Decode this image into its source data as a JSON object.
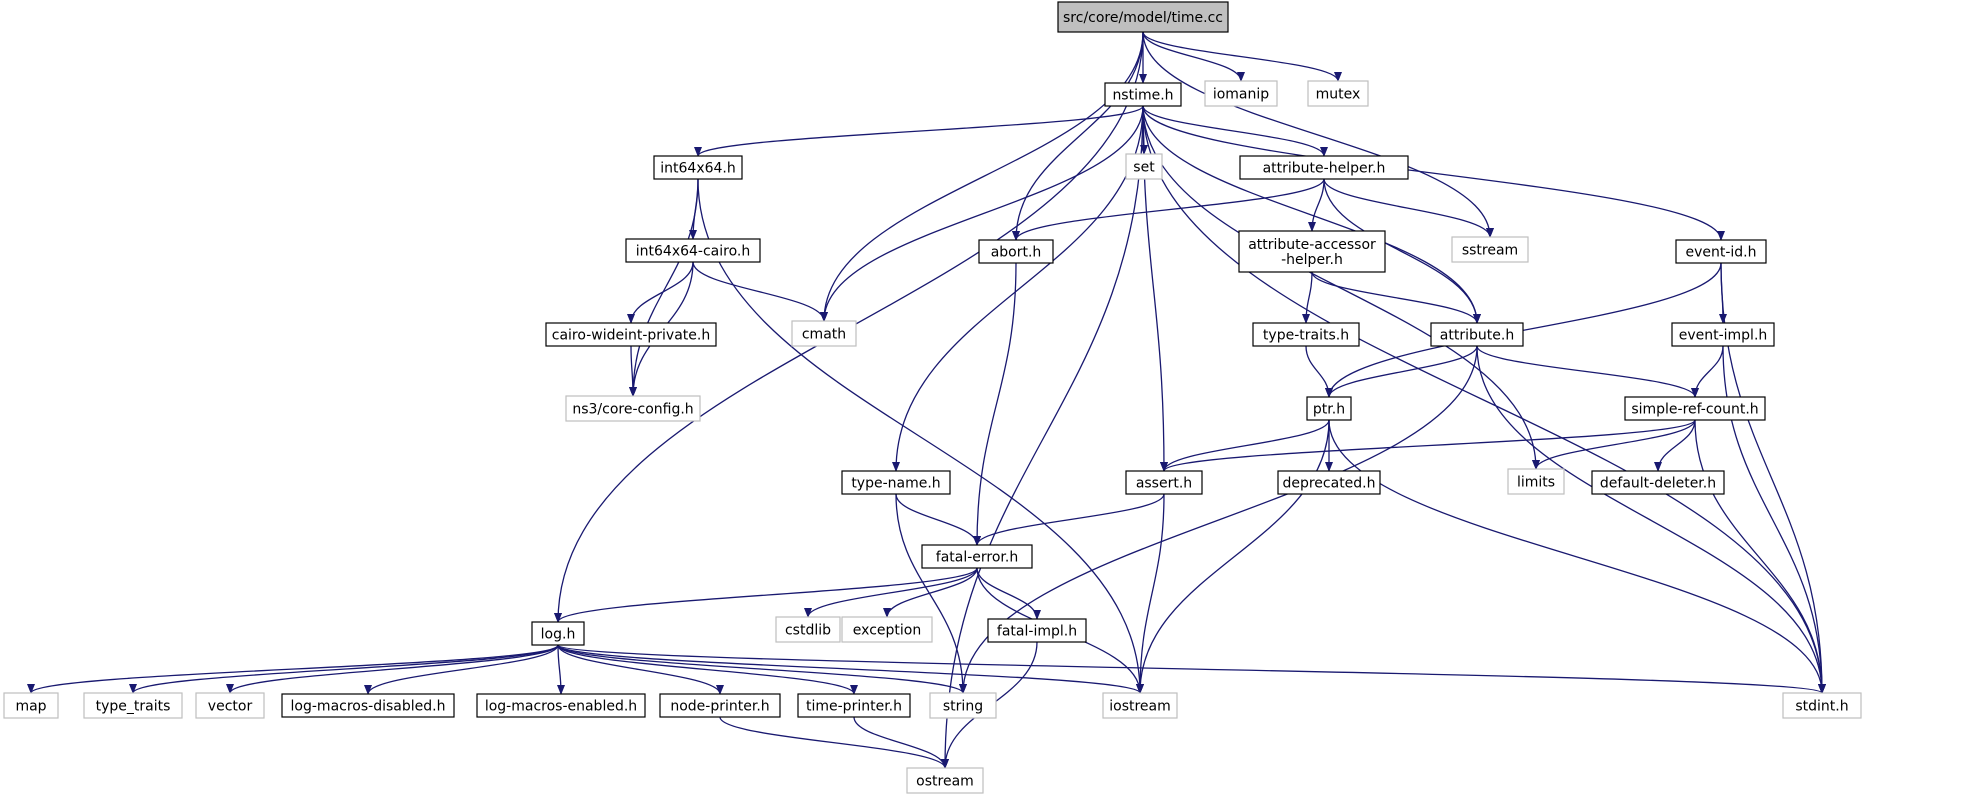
{
  "colors": {
    "edge": "#191970",
    "border_documented": "#000000",
    "border_external": "#bfbfbf",
    "fill_root": "#bfbfbf",
    "fill_default": "#ffffff",
    "text_documented": "#000000",
    "text_external": "#404040"
  },
  "nodes": [
    {
      "id": "time_cc",
      "label": "src/core/model/time.cc",
      "kind": "root"
    },
    {
      "id": "nstime_h",
      "label": "nstime.h",
      "kind": "documented"
    },
    {
      "id": "iomanip",
      "label": "iomanip",
      "kind": "external"
    },
    {
      "id": "mutex",
      "label": "mutex",
      "kind": "external"
    },
    {
      "id": "int64x64_h",
      "label": "int64x64.h",
      "kind": "documented"
    },
    {
      "id": "set",
      "label": "set",
      "kind": "external"
    },
    {
      "id": "attribute_helper_h",
      "label": "attribute-helper.h",
      "kind": "documented"
    },
    {
      "id": "abort_h",
      "label": "abort.h",
      "kind": "documented"
    },
    {
      "id": "int64x64_cairo_h",
      "label": "int64x64-cairo.h",
      "kind": "documented"
    },
    {
      "id": "attribute_accessor_helper_h",
      "label": "attribute-accessor\n-helper.h",
      "kind": "documented"
    },
    {
      "id": "sstream",
      "label": "sstream",
      "kind": "external"
    },
    {
      "id": "event_id_h",
      "label": "event-id.h",
      "kind": "documented"
    },
    {
      "id": "cairo_wideint_private_h",
      "label": "cairo-wideint-private.h",
      "kind": "documented"
    },
    {
      "id": "cmath",
      "label": "cmath",
      "kind": "external"
    },
    {
      "id": "type_traits_h",
      "label": "type-traits.h",
      "kind": "documented"
    },
    {
      "id": "attribute_h",
      "label": "attribute.h",
      "kind": "documented"
    },
    {
      "id": "event_impl_h",
      "label": "event-impl.h",
      "kind": "documented"
    },
    {
      "id": "ns3_core_config_h",
      "label": "ns3/core-config.h",
      "kind": "external"
    },
    {
      "id": "ptr_h",
      "label": "ptr.h",
      "kind": "documented"
    },
    {
      "id": "simple_ref_count_h",
      "label": "simple-ref-count.h",
      "kind": "documented"
    },
    {
      "id": "type_name_h",
      "label": "type-name.h",
      "kind": "documented"
    },
    {
      "id": "assert_h",
      "label": "assert.h",
      "kind": "documented"
    },
    {
      "id": "deprecated_h",
      "label": "deprecated.h",
      "kind": "documented"
    },
    {
      "id": "limits",
      "label": "limits",
      "kind": "external"
    },
    {
      "id": "default_deleter_h",
      "label": "default-deleter.h",
      "kind": "documented"
    },
    {
      "id": "fatal_error_h",
      "label": "fatal-error.h",
      "kind": "documented"
    },
    {
      "id": "log_h",
      "label": "log.h",
      "kind": "documented"
    },
    {
      "id": "cstdlib",
      "label": "cstdlib",
      "kind": "external"
    },
    {
      "id": "exception",
      "label": "exception",
      "kind": "external"
    },
    {
      "id": "fatal_impl_h",
      "label": "fatal-impl.h",
      "kind": "documented"
    },
    {
      "id": "map",
      "label": "map",
      "kind": "external"
    },
    {
      "id": "type_traits",
      "label": "type_traits",
      "kind": "external"
    },
    {
      "id": "vector",
      "label": "vector",
      "kind": "external"
    },
    {
      "id": "log_macros_disabled_h",
      "label": "log-macros-disabled.h",
      "kind": "documented"
    },
    {
      "id": "log_macros_enabled_h",
      "label": "log-macros-enabled.h",
      "kind": "documented"
    },
    {
      "id": "node_printer_h",
      "label": "node-printer.h",
      "kind": "documented"
    },
    {
      "id": "time_printer_h",
      "label": "time-printer.h",
      "kind": "documented"
    },
    {
      "id": "string",
      "label": "string",
      "kind": "external"
    },
    {
      "id": "iostream",
      "label": "iostream",
      "kind": "external"
    },
    {
      "id": "stdint_h",
      "label": "stdint.h",
      "kind": "external"
    },
    {
      "id": "ostream",
      "label": "ostream",
      "kind": "external"
    }
  ],
  "edges": [
    [
      "time_cc",
      "nstime_h"
    ],
    [
      "time_cc",
      "iomanip"
    ],
    [
      "time_cc",
      "mutex"
    ],
    [
      "time_cc",
      "sstream"
    ],
    [
      "time_cc",
      "abort_h"
    ],
    [
      "time_cc",
      "cmath"
    ],
    [
      "time_cc",
      "log_h"
    ],
    [
      "nstime_h",
      "int64x64_h"
    ],
    [
      "nstime_h",
      "set"
    ],
    [
      "nstime_h",
      "attribute_helper_h"
    ],
    [
      "nstime_h",
      "cmath"
    ],
    [
      "nstime_h",
      "event_id_h"
    ],
    [
      "nstime_h",
      "attribute_h"
    ],
    [
      "nstime_h",
      "type_name_h"
    ],
    [
      "nstime_h",
      "assert_h"
    ],
    [
      "nstime_h",
      "limits"
    ],
    [
      "nstime_h",
      "ostream"
    ],
    [
      "nstime_h",
      "stdint_h"
    ],
    [
      "int64x64_h",
      "int64x64_cairo_h"
    ],
    [
      "int64x64_h",
      "ns3_core_config_h"
    ],
    [
      "int64x64_h",
      "iostream"
    ],
    [
      "int64x64_cairo_h",
      "cairo_wideint_private_h"
    ],
    [
      "int64x64_cairo_h",
      "cmath"
    ],
    [
      "int64x64_cairo_h",
      "ns3_core_config_h"
    ],
    [
      "cairo_wideint_private_h",
      "ns3_core_config_h"
    ],
    [
      "attribute_helper_h",
      "abort_h"
    ],
    [
      "attribute_helper_h",
      "attribute_accessor_helper_h"
    ],
    [
      "attribute_helper_h",
      "sstream"
    ],
    [
      "attribute_helper_h",
      "attribute_h"
    ],
    [
      "attribute_accessor_helper_h",
      "type_traits_h"
    ],
    [
      "attribute_accessor_helper_h",
      "attribute_h"
    ],
    [
      "type_traits_h",
      "ptr_h"
    ],
    [
      "attribute_h",
      "ptr_h"
    ],
    [
      "attribute_h",
      "simple_ref_count_h"
    ],
    [
      "attribute_h",
      "stdint_h"
    ],
    [
      "attribute_h",
      "string"
    ],
    [
      "abort_h",
      "fatal_error_h"
    ],
    [
      "event_id_h",
      "ptr_h"
    ],
    [
      "event_id_h",
      "event_impl_h"
    ],
    [
      "event_id_h",
      "stdint_h"
    ],
    [
      "event_impl_h",
      "simple_ref_count_h"
    ],
    [
      "event_impl_h",
      "stdint_h"
    ],
    [
      "ptr_h",
      "assert_h"
    ],
    [
      "ptr_h",
      "deprecated_h"
    ],
    [
      "ptr_h",
      "iostream"
    ],
    [
      "ptr_h",
      "stdint_h"
    ],
    [
      "simple_ref_count_h",
      "assert_h"
    ],
    [
      "simple_ref_count_h",
      "limits"
    ],
    [
      "simple_ref_count_h",
      "default_deleter_h"
    ],
    [
      "simple_ref_count_h",
      "stdint_h"
    ],
    [
      "type_name_h",
      "fatal_error_h"
    ],
    [
      "type_name_h",
      "string"
    ],
    [
      "assert_h",
      "fatal_error_h"
    ],
    [
      "assert_h",
      "iostream"
    ],
    [
      "fatal_error_h",
      "log_h"
    ],
    [
      "fatal_error_h",
      "cstdlib"
    ],
    [
      "fatal_error_h",
      "exception"
    ],
    [
      "fatal_error_h",
      "fatal_impl_h"
    ],
    [
      "fatal_error_h",
      "iostream"
    ],
    [
      "fatal_impl_h",
      "ostream"
    ],
    [
      "log_h",
      "map"
    ],
    [
      "log_h",
      "type_traits"
    ],
    [
      "log_h",
      "vector"
    ],
    [
      "log_h",
      "log_macros_disabled_h"
    ],
    [
      "log_h",
      "log_macros_enabled_h"
    ],
    [
      "log_h",
      "node_printer_h"
    ],
    [
      "log_h",
      "time_printer_h"
    ],
    [
      "log_h",
      "string"
    ],
    [
      "log_h",
      "iostream"
    ],
    [
      "log_h",
      "stdint_h"
    ],
    [
      "node_printer_h",
      "ostream"
    ],
    [
      "time_printer_h",
      "ostream"
    ]
  ]
}
